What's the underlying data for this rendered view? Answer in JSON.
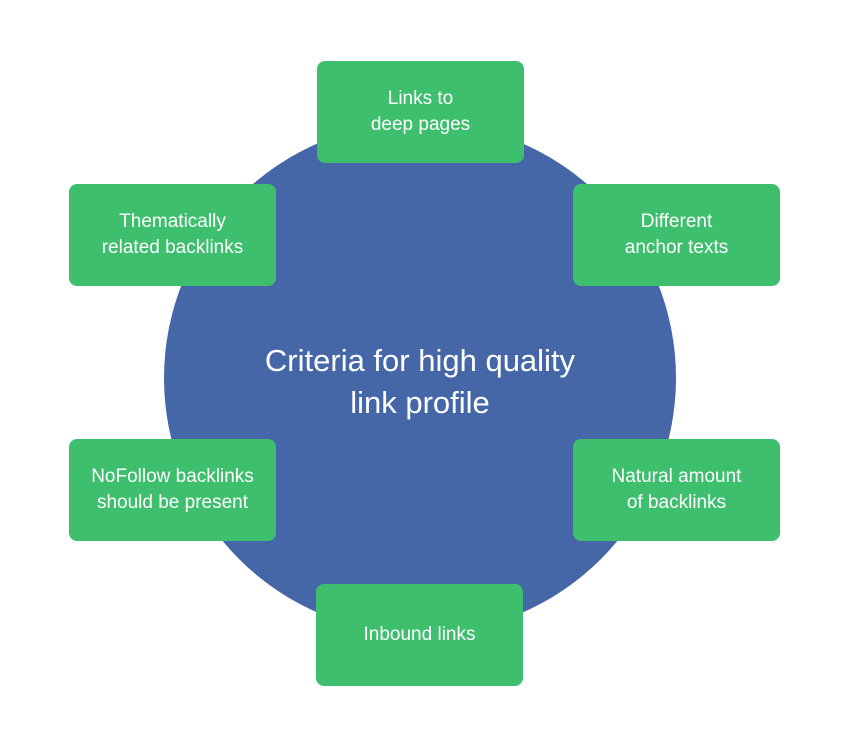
{
  "center": {
    "title": "Criteria for high quality\nlink profile"
  },
  "nodes": {
    "top": "Links to\ndeep pages",
    "upper_left": "Thematically\nrelated backlinks",
    "upper_right": "Different\nanchor texts",
    "lower_left": "NoFollow backlinks\nshould be present",
    "lower_right": "Natural amount\nof backlinks",
    "bottom": "Inbound links"
  },
  "colors": {
    "hub": "#4567a8",
    "node": "#3dbf6e",
    "text": "#ffffff",
    "background": "#ffffff"
  }
}
